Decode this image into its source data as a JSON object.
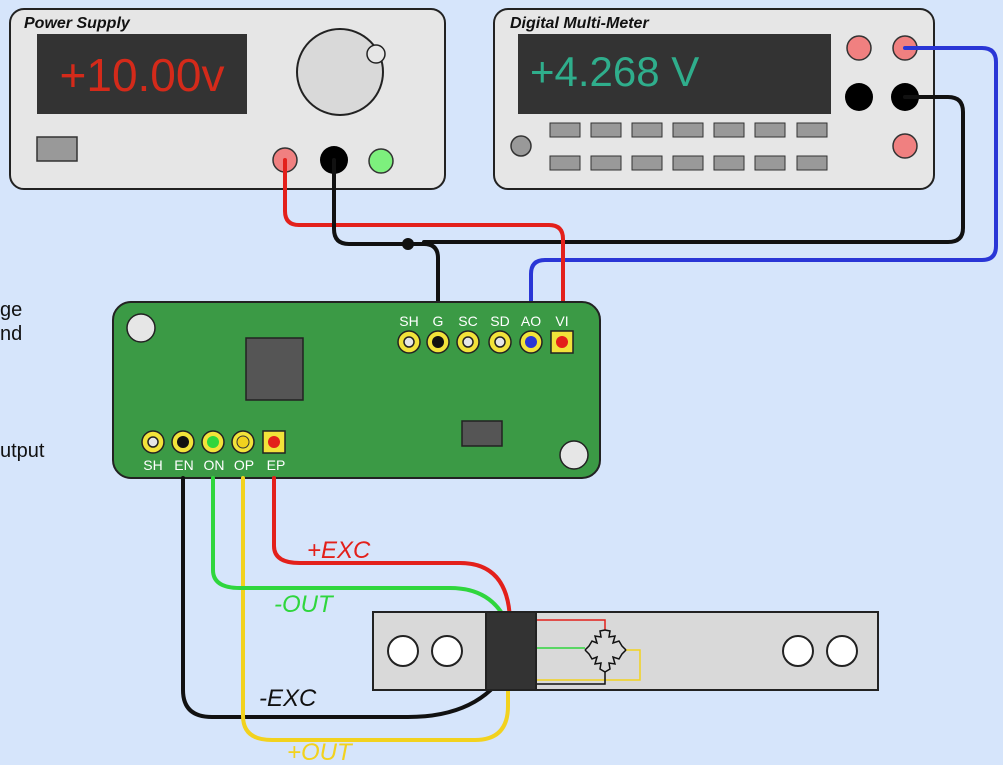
{
  "colors": {
    "background": "#d6e5fb",
    "instrument_body": "#e6e6e6",
    "lcd_background": "#333333",
    "psu_readout": "#d42a1a",
    "dmm_readout": "#2fae8c",
    "pcb": "#3b9a45",
    "wire_red": "#e3201b",
    "wire_black": "#111111",
    "wire_blue": "#2a36d6",
    "wire_green": "#2fd63d",
    "wire_yellow": "#f2d21e",
    "label_red": "#e3201b",
    "label_green": "#2fd63d",
    "label_yellow": "#f2d21e",
    "label_black": "#111111"
  },
  "power_supply": {
    "title": "Power Supply",
    "readout": "+10.00v"
  },
  "multimeter": {
    "title": "Digital Multi-Meter",
    "readout": "+4.268 V"
  },
  "board": {
    "top_pins": [
      "SH",
      "G",
      "SC",
      "SD",
      "AO",
      "VI"
    ],
    "bottom_pins": [
      "SH",
      "EN",
      "ON",
      "OP",
      "EP"
    ]
  },
  "wire_labels": {
    "pos_exc": "+EXC",
    "neg_out": "-OUT",
    "neg_exc": "-EXC",
    "pos_out": "+OUT"
  },
  "side_text": {
    "line1": "ge",
    "line2": "nd",
    "line3": "utput"
  }
}
